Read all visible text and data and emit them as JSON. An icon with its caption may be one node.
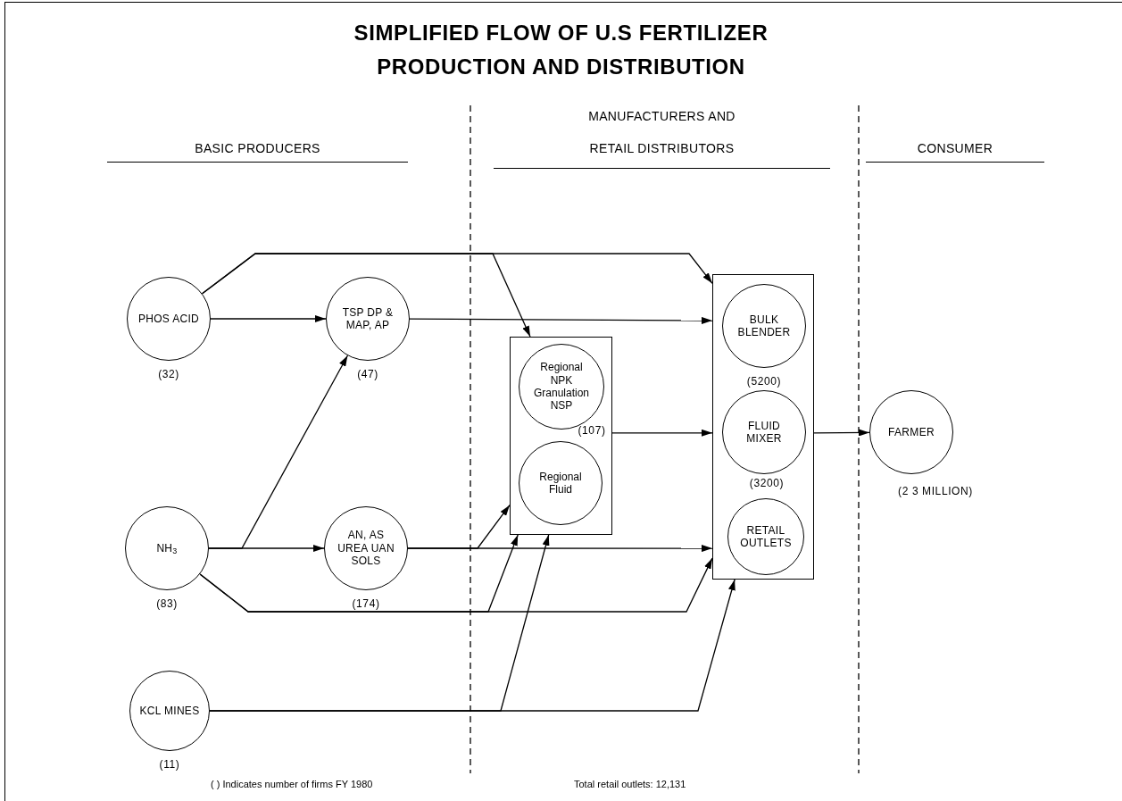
{
  "diagram": {
    "title": "SIMPLIFIED FLOW OF U.S FERTILIZER PRODUCTION AND DISTRIBUTION",
    "nodes": [
      {
        "text": [
          "PHOS ACID"
        ],
        "beside": [
          "(32)"
        ]
      },
      {
        "text": [
          "TSP DP & MAP, AP"
        ],
        "beside": [
          "(47)"
        ]
      },
      {
        "text": [
          "NH$_{3}$"
        ],
        "beside": [
          "(83)"
        ]
      },
      {
        "text": [
          "AN, AS UREA UAN SOLS"
        ],
        "beside": [
          "(174)"
        ]
      },
      {
        "text": [
          "KCL MINES"
        ],
        "beside": [
          "(11)"
        ]
      },
      {
        "text": [],
        "shape": "box"
      },
      {
        "text": [
          "Regional NPK Granulation NSP"
        ],
        "in": 5,
        "beside": [
          "(107)"
        ]
      },
      {
        "text": [
          "Regional Fluid"
        ],
        "in": 5
      },
      {
        "text": [],
        "shape": "box"
      },
      {
        "text": [
          "BULK BLENDER"
        ],
        "in": 8,
        "beside": [
          "(5200)"
        ]
      },
      {
        "text": [
          "FLUID MIXER"
        ],
        "in": 8,
        "beside": [
          "(3200)"
        ]
      },
      {
        "text": [
          "RETAIL OUTLETS"
        ],
        "in": 8
      },
      {
        "text": [
          "FARMER"
        ],
        "beside": [
          "(2 3 MILLION)"
        ]
      }
    ],
    "edges": [
      {
        "from": 0,
        "to": 1,
        "arrow": "to"
      },
      {
        "from": 0,
        "to": 8,
        "arrow": "to"
      },
      {
        "from": 0,
        "to": 5,
        "arrow": "to"
      },
      {
        "from": 1,
        "to": 8,
        "arrow": "to"
      },
      {
        "from": 2,
        "to": 1,
        "arrow": "to"
      },
      {
        "from": 2,
        "to": 3,
        "arrow": "to"
      },
      {
        "from": 2,
        "to": 8,
        "arrow": "to"
      },
      {
        "from": 2,
        "to": 5,
        "arrow": "to"
      },
      {
        "from": 3,
        "to": 8,
        "arrow": "to"
      },
      {
        "from": 3,
        "to": 5,
        "arrow": "to"
      },
      {
        "from": 4,
        "to": 5,
        "arrow": "to"
      },
      {
        "from": 4,
        "to": 8,
        "arrow": "to"
      },
      {
        "from": 5,
        "to": 8,
        "arrow": "to"
      },
      {
        "from": 8,
        "to": 12,
        "arrow": "to"
      }
    ],
    "labels": [
      "BASIC PRODUCERS",
      "MANUFACTURERS AND RETAIL DISTRIBUTORS",
      "CONSUMER",
      "( ) Indicates number of firms FY 1980",
      "Total retail outlets: 12,131"
    ]
  }
}
